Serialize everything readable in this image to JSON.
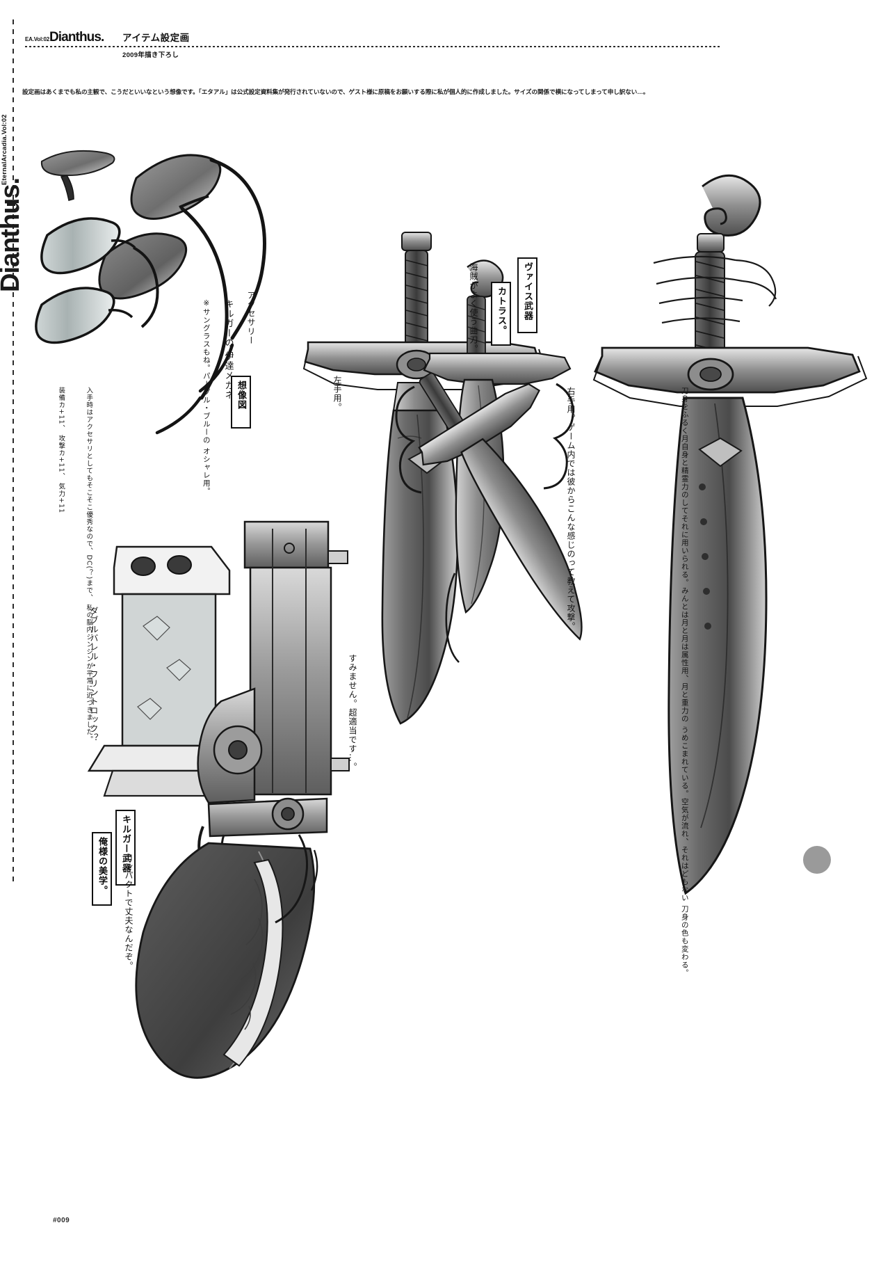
{
  "spine": {
    "volume_label": "EternalArcadia.Vol:02",
    "series_title": "Dianthus."
  },
  "header": {
    "prefix": "EA.Vol:02",
    "title": "Dianthus.",
    "section": "アイテム設定画",
    "date": "2009年描き下ろし"
  },
  "note": "設定画はあくまでも私の主観で、こうだといいなという想像です。「エタアル」は公式設定資料集が発行されていないので、ゲスト様に原稿をお願いする際に私が個人的に作成しました。サイズの関係で横になってしまって申し訳ない…。",
  "footer": {
    "page_marker": "#009"
  },
  "annotations": {
    "glasses_title": "キルガーの\n伊達メガネ。",
    "glasses_brand": "アクセサリー",
    "glasses_note": "※サングラスもね。パープル・ブルーの\nオシャレ用。",
    "glasses_stat": "装備カ+11、\n攻撃カ+11、\n気力+11",
    "glasses_body": "入手時はアクセサリとしてもそこそこ優秀なので、DC(？)まで、\n私の脳内ジンジンが平常に近づきました。",
    "glasses_box": "想像図",
    "sword_left_label": "左手用。",
    "vyse_weapon_box": "ヴァイス武器",
    "cutlass_box": "カトラス。",
    "pirate_weapon": "海賊がよく使う曲刀。",
    "right_hand_label": "右手用。ゲーム内では彼からこんな感じのって教えて攻撃。",
    "blade_note": "刀身をふるく月自身と精霊力のしてそれに用いられる。みんとは月と月は属性用、月と重力の\nうめこまれている。空気が流れ、それはどもない\n刀身の色も変わる。",
    "gun_sorry": "すみません。超適当です…。",
    "gun_double": "ダブルバレル・フリントロック？",
    "gun_box_title": "キルガー武器",
    "gun_box_sub": "俺様の美学。",
    "gun_note": "コンパクトで丈夫なんだぞ。"
  },
  "colors": {
    "ink": "#141414",
    "paper": "#ffffff",
    "metal_dark": "#4a4a4a",
    "metal_mid": "#7b7b7b",
    "metal_light": "#c9c9c9",
    "grip": "#3a3a3a"
  }
}
